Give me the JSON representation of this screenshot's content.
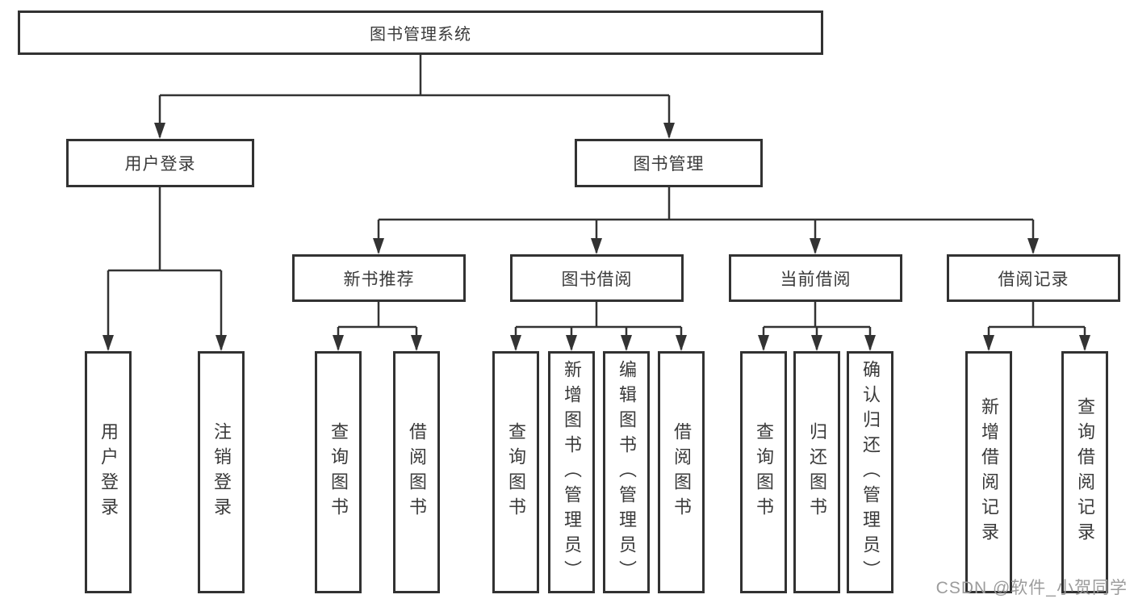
{
  "diagram": {
    "title_node": {
      "label": "图书管理系统"
    },
    "level2": {
      "user_login": {
        "label": "用户登录"
      },
      "book_mgmt": {
        "label": "图书管理"
      }
    },
    "level3": {
      "new_book_rec": {
        "label": "新书推荐"
      },
      "book_borrow": {
        "label": "图书借阅"
      },
      "current_borrow": {
        "label": "当前借阅"
      },
      "borrow_records": {
        "label": "借阅记录"
      }
    },
    "leaves": {
      "user_login_leaf": {
        "label": "用户登录"
      },
      "logout_leaf": {
        "label": "注销登录"
      },
      "query_book_rec": {
        "label": "查询图书"
      },
      "borrow_book_rec": {
        "label": "借阅图书"
      },
      "query_book_borrow": {
        "label": "查询图书"
      },
      "add_book_admin": {
        "label": "新增图书（管理员）"
      },
      "edit_book_admin": {
        "label": "编辑图书（管理员）"
      },
      "borrow_book_borrow": {
        "label": "借阅图书"
      },
      "query_book_current": {
        "label": "查询图书"
      },
      "return_book": {
        "label": "归还图书"
      },
      "confirm_return_admin": {
        "label": "确认归还（管理员）"
      },
      "add_borrow_record": {
        "label": "新增借阅记录"
      },
      "query_borrow_record": {
        "label": "查询借阅记录"
      }
    }
  },
  "colors": {
    "line": "#333333",
    "box_border": "#323232",
    "text": "#3a3a3a",
    "watermark": "#9c9c9c"
  },
  "watermark": "CSDN @软件_小贺同学"
}
